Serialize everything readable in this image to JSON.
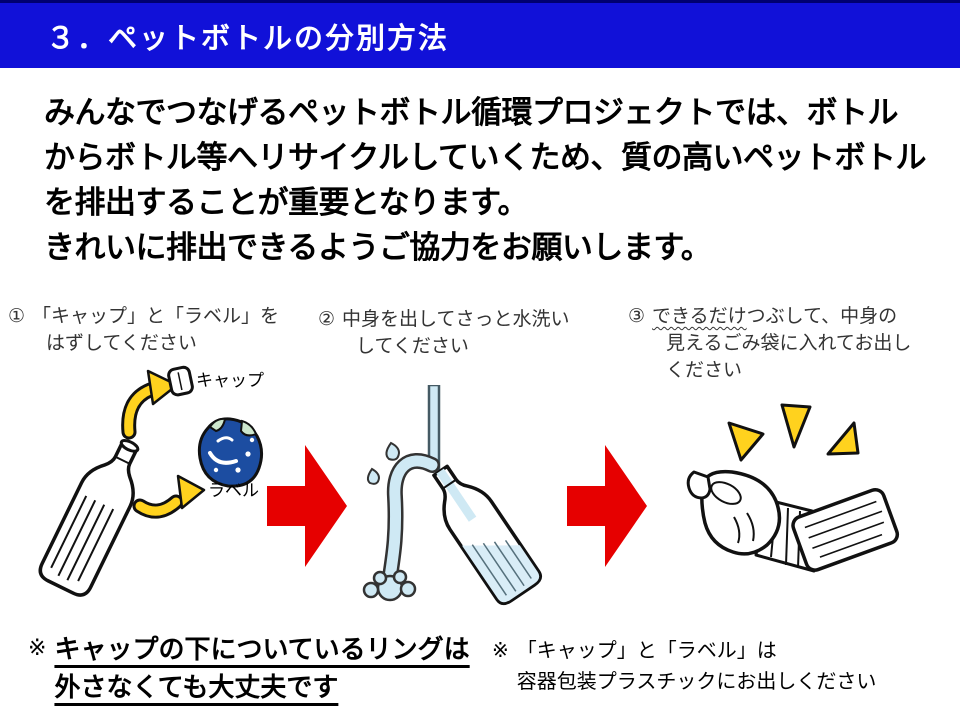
{
  "header": {
    "title": "３．ペットボトルの分別方法"
  },
  "intro": {
    "lines": [
      "みんなでつなげるペットボトル循環プロジェクトでは、ボトル",
      "からボトル等へリサイクルしていくため、質の高いペットボトル",
      "を排出することが重要となります。",
      "きれいに排出できるようご協力をお願いします。"
    ]
  },
  "steps": [
    {
      "number": "①",
      "line1": "「キャップ」と「ラベル」を",
      "line2": "はずしてください"
    },
    {
      "number": "②",
      "line1": "中身を出してさっと水洗い",
      "line2": "してください"
    },
    {
      "number": "③",
      "emphasis": "できるだけ",
      "line1_rest": "つぶして、中身の",
      "line2": "見えるごみ袋に入れてお出し",
      "line3": "ください"
    }
  ],
  "illustration1": {
    "cap_caption": "キャップ",
    "label_caption": "ラベル"
  },
  "notes": {
    "left": {
      "marker": "※",
      "line1": "キャップの下についているリングは",
      "line2": "外さなくても大丈夫です"
    },
    "right": {
      "marker": "※",
      "line1": "「キャップ」と「ラベル」は",
      "line2": "容器包装プラスチックにお出しください"
    }
  },
  "colors": {
    "header_bg": "#1111d8",
    "header_border": "#000070",
    "arrow_red": "#e60000",
    "accent_yellow": "#ffd21e",
    "label_blue": "#1c4da1",
    "label_green": "#cde7cd",
    "water_blue": "#cfe9f4"
  }
}
